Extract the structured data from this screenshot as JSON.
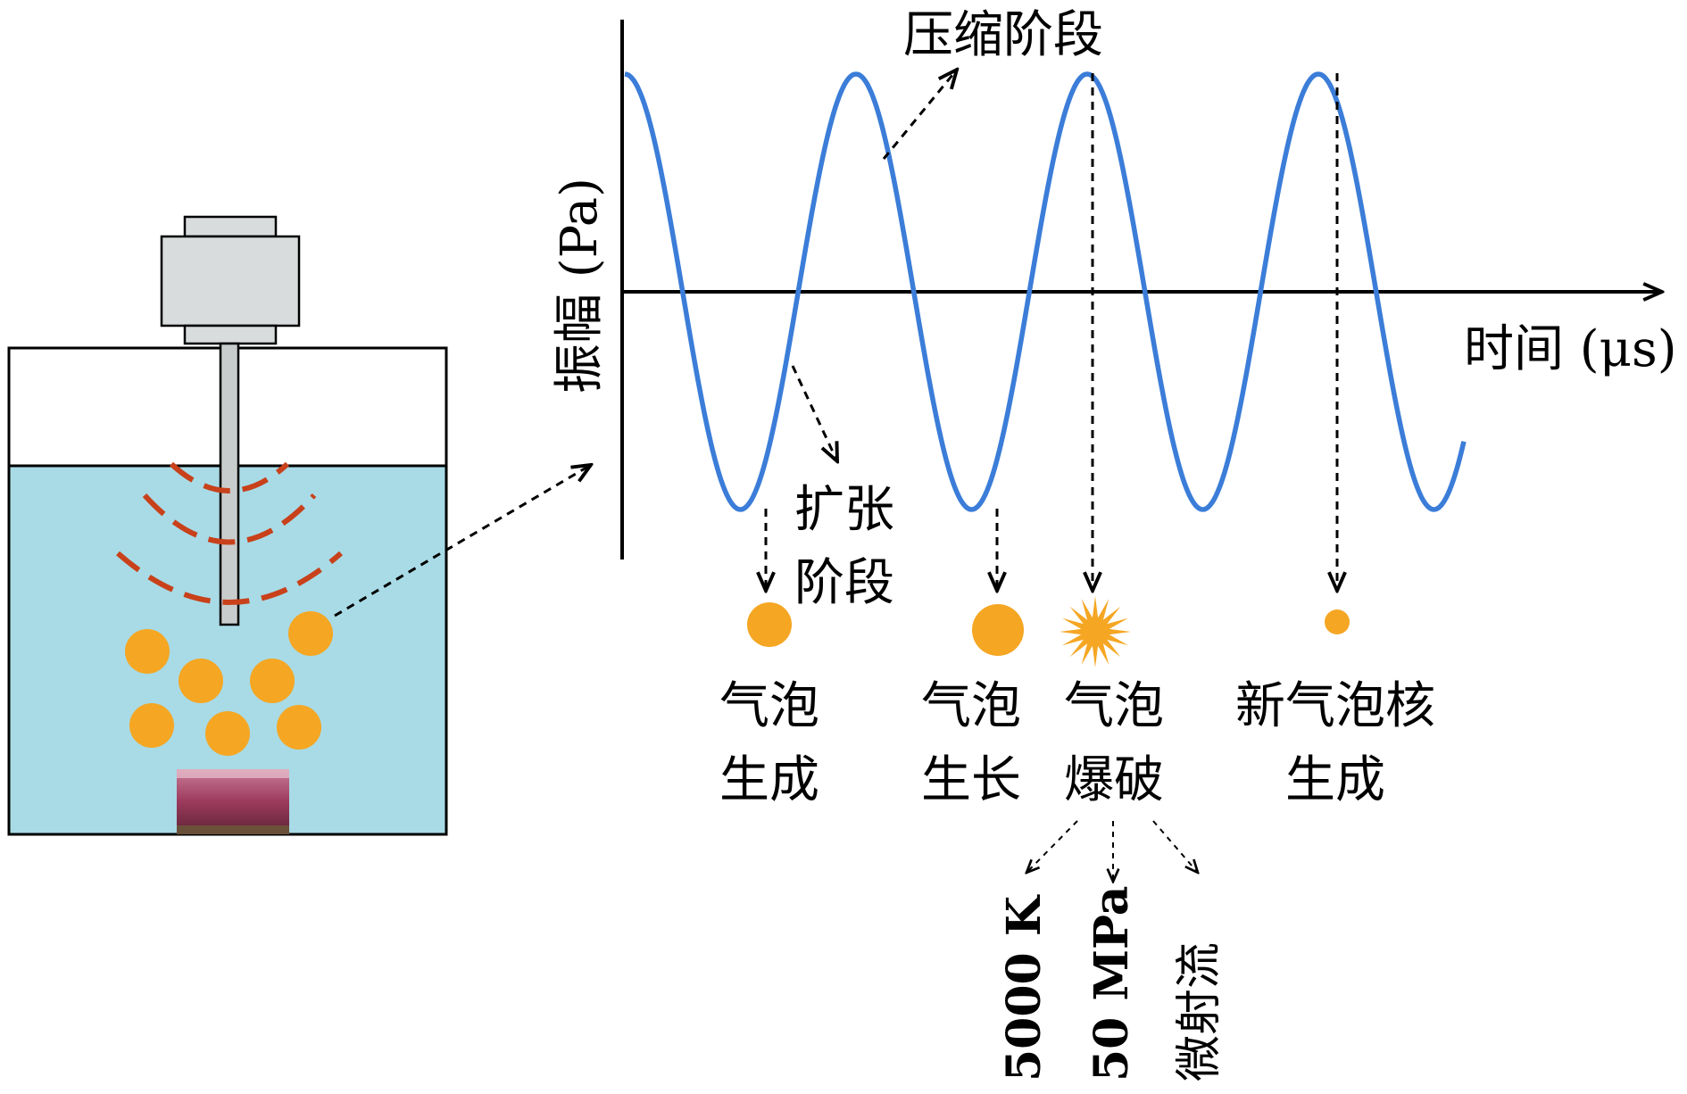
{
  "diagram": {
    "axes": {
      "y_label": "振幅 (Pa)",
      "x_label": "时间 (μs)"
    },
    "phase_labels": {
      "compression": "压缩阶段",
      "expansion_line1": "扩张",
      "expansion_line2": "阶段"
    },
    "stages": [
      {
        "line1": "气泡",
        "line2": "生成"
      },
      {
        "line1": "气泡",
        "line2": "生长"
      },
      {
        "line1": "气泡",
        "line2": "爆破"
      },
      {
        "line1": "新气泡核",
        "line2": "生成"
      }
    ],
    "collapse_effects": [
      "5000 K",
      "50 MPa",
      "微射流"
    ],
    "colors": {
      "wave": "#3b7dd8",
      "bubble": "#f5a623",
      "liquid": "#a8dbe6",
      "acoustic_arc": "#c8411b",
      "transducer": "#d9dcdc",
      "sample": "#9c3a5c"
    }
  }
}
